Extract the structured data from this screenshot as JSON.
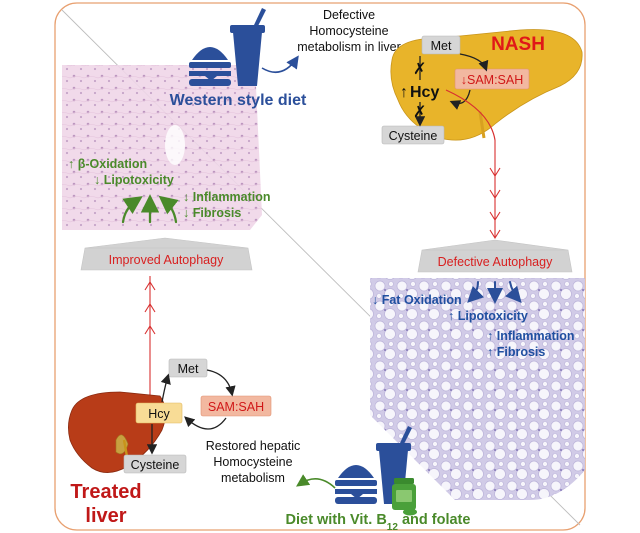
{
  "colors": {
    "frame": "#e8a070",
    "diet_blue": "#2b4f9a",
    "nash_red": "#e01818",
    "treated_red": "#c01818",
    "green_text": "#4a8a2a",
    "blue_text": "#1f4fa0",
    "liver_yellow": "#e8b42a",
    "liver_red": "#b83c18",
    "pink_tissue": "#ecd0e4",
    "purple_tissue": "#d8d4ec",
    "banner_grey": "#d0d0d0",
    "arrow_red": "#d83030",
    "arrow_green": "#4a8a2a"
  },
  "icons": {
    "fast_food": "fast-food-icon",
    "supplement": "supplement-bottle-icon",
    "healthy_liver": "liver-icon",
    "fatty_liver": "fatty-liver-icon"
  },
  "western_diet": {
    "label": "Western style diet",
    "defect_lines": [
      "Defective",
      "Homocysteine",
      "metabolism in liver"
    ]
  },
  "nash": {
    "title": "NASH",
    "met": "Met",
    "hcy_arrow": "↑",
    "hcy": "Hcy",
    "ratio": "↓SAM:SAH",
    "cysteine": "Cysteine",
    "block_mark": "✗"
  },
  "defective_autophagy": {
    "label": "Defective Autophagy",
    "effects": [
      "↓ Fat Oxidation",
      "↑ Lipotoxicity",
      "↑ Inflammation",
      "↑ Fibrosis"
    ]
  },
  "improved_autophagy": {
    "label": "Improved Autophagy",
    "effects": [
      "↑ β-Oxidation",
      "↓ Lipotoxicity",
      "↓ Inflammation",
      "↓ Fibrosis"
    ]
  },
  "treated": {
    "title_lines": [
      "Treated",
      "liver"
    ],
    "met": "Met",
    "hcy": "Hcy",
    "ratio": "SAM:SAH",
    "cysteine": "Cysteine",
    "restored_lines": [
      "Restored hepatic",
      "Homocysteine",
      "metabolism"
    ]
  },
  "healthy_diet": {
    "label_prefix": "Diet with Vit. B",
    "label_sub": "12",
    "label_suffix": " and folate"
  }
}
